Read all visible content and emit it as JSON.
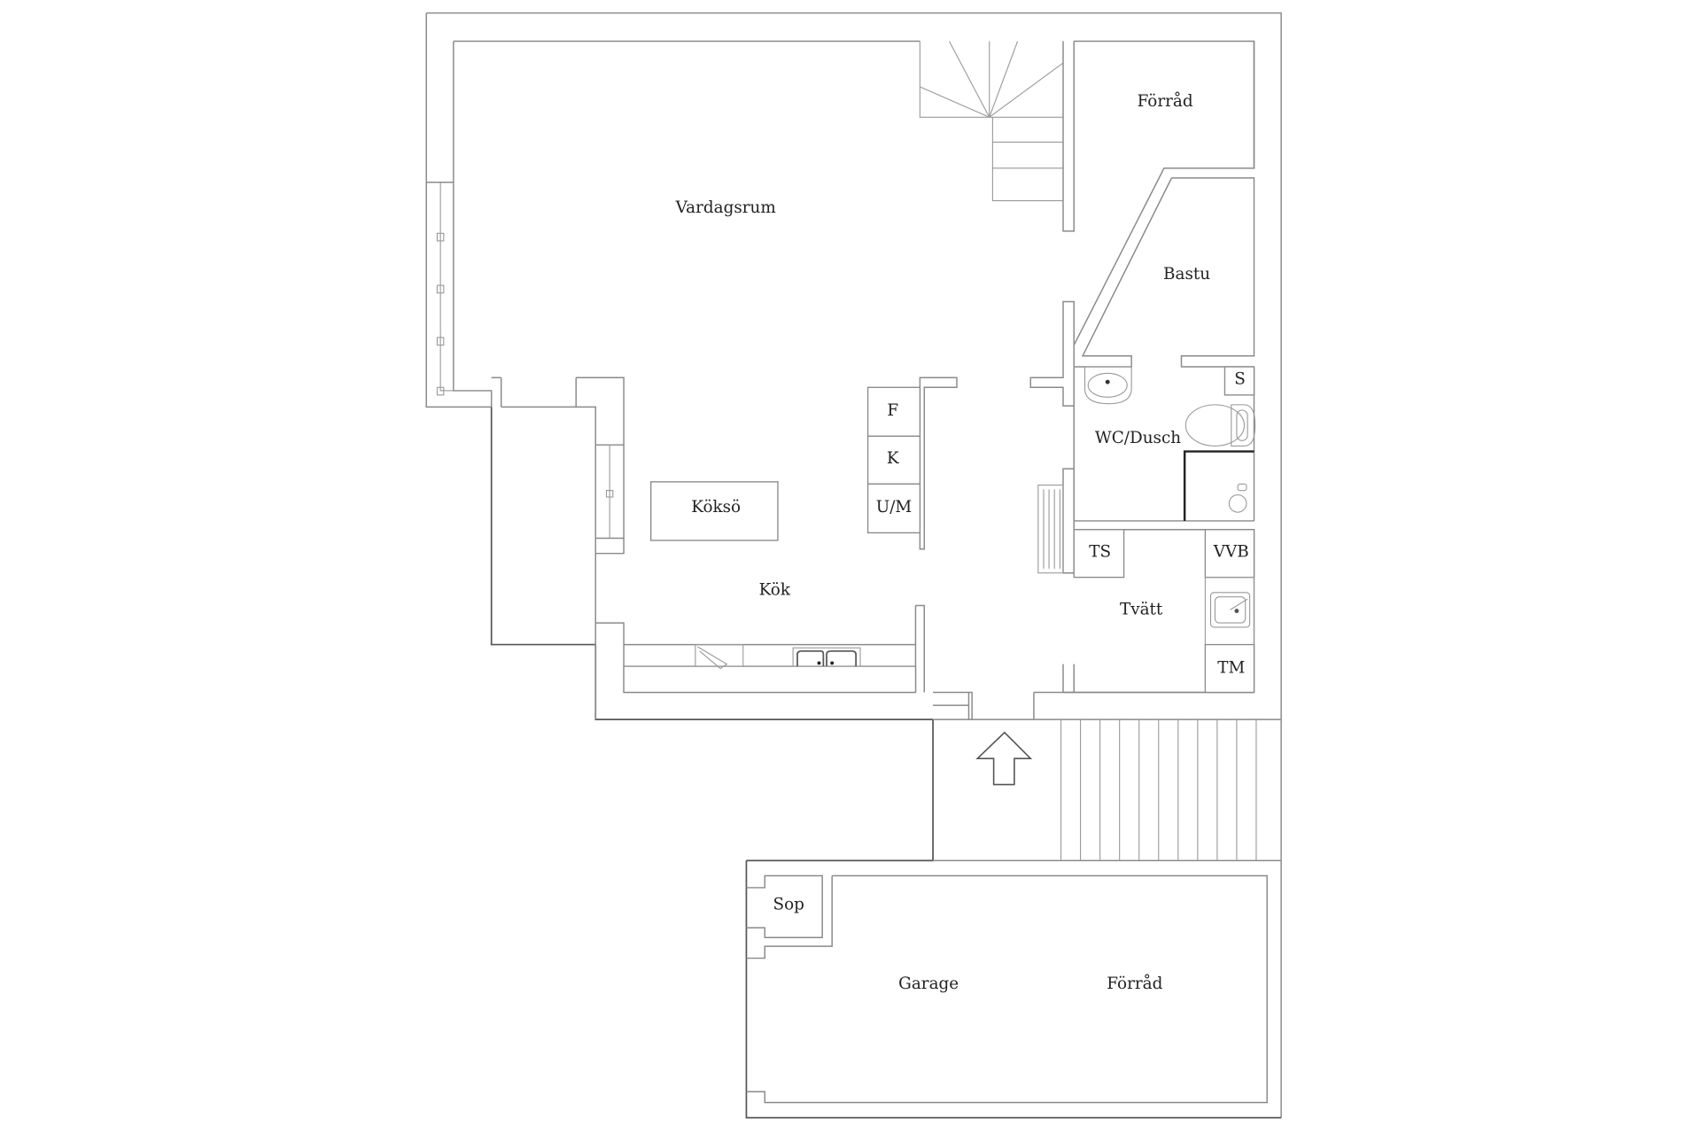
{
  "plan": {
    "type": "floor-plan",
    "rooms": {
      "vardagsrum": "Vardagsrum",
      "forrad_upper": "Förråd",
      "bastu": "Bastu",
      "wc_dusch": "WC/Dusch",
      "s": "S",
      "kok": "Kök",
      "kokso": "Köksö",
      "f": "F",
      "k": "K",
      "um": "U/M",
      "ts": "TS",
      "vvb": "VVB",
      "tvatt": "Tvätt",
      "tm": "TM",
      "sop": "Sop",
      "garage": "Garage",
      "forrad_garage": "Förråd"
    },
    "icons": {
      "entrance": "entrance-arrow-icon",
      "stairs": "staircase-icon",
      "sink": "sink-icon",
      "toilet": "toilet-icon",
      "shower": "shower-icon",
      "washbasin": "washbasin-icon"
    },
    "colors": {
      "wall": "#8a8a8a",
      "wall_dark": "#555555",
      "text": "#222222",
      "background": "#ffffff"
    }
  }
}
